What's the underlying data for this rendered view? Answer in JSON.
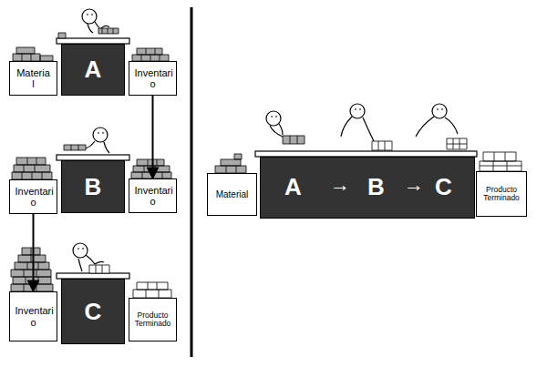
{
  "diagram": {
    "nodes": [
      {
        "text": [
          "Materia l"
        ]
      },
      {
        "text": [
          "A"
        ]
      },
      {
        "text": [
          "Inventari o"
        ]
      },
      {
        "text": [
          "Inventari o"
        ]
      },
      {
        "text": [
          "B"
        ]
      },
      {
        "text": [
          "Inventari o"
        ]
      },
      {
        "text": [
          "Inventari o"
        ]
      },
      {
        "text": [
          "C"
        ]
      },
      {
        "text": [
          "Producto Terminado"
        ]
      },
      {
        "text": [
          "Material"
        ]
      },
      {
        "text": [
          "A",
          "B",
          "C"
        ]
      },
      {
        "text": [
          "Producto Terminado"
        ]
      }
    ],
    "edges": [
      {
        "from": 2,
        "to": 5,
        "arrow": "to"
      },
      {
        "from": 3,
        "to": 6,
        "arrow": "to"
      }
    ],
    "labels": [
      "→",
      "→"
    ]
  }
}
